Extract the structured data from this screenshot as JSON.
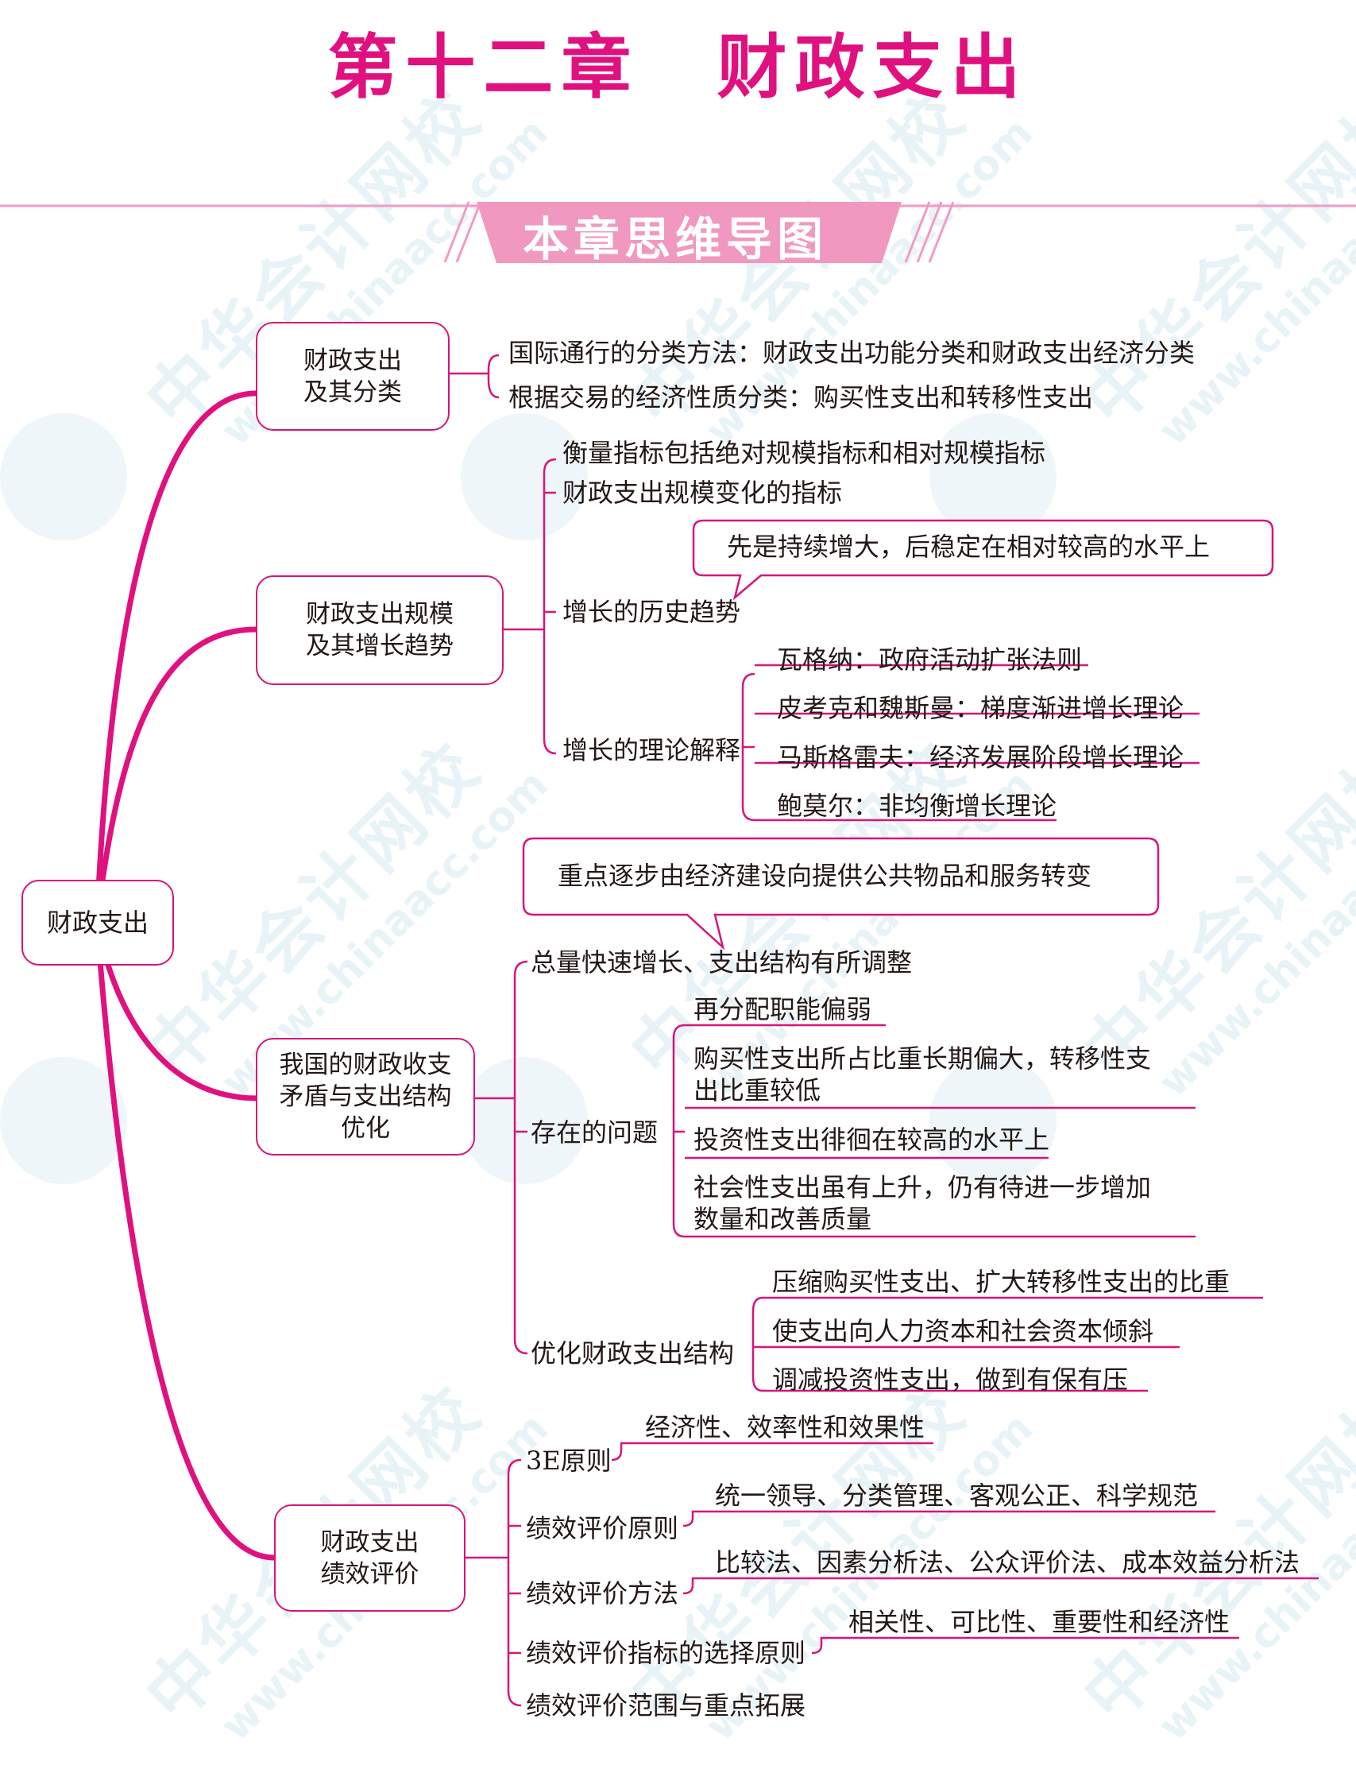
{
  "title": "第十二章　财政支出",
  "banner": "本章思维导图",
  "watermark": {
    "cn": "中华会计网校",
    "en": "www.chinaacc.com"
  },
  "root": "财政支出",
  "branches": [
    {
      "label": "财政支出\n及其分类",
      "items": [
        "国际通行的分类方法：财政支出功能分类和财政支出经济分类",
        "根据交易的经济性质分类：购买性支出和转移性支出"
      ]
    },
    {
      "label": "财政支出规模\n及其增长趋势",
      "items": [
        "衡量指标包括绝对规模指标和相对规模指标",
        "财政支出规模变化的指标",
        "增长的历史趋势",
        "增长的理论解释"
      ],
      "callout": "先是持续增大，后稳定在相对较高的水平上",
      "theories": [
        "瓦格纳：政府活动扩张法则",
        "皮考克和魏斯曼：梯度渐进增长理论",
        "马斯格雷夫：经济发展阶段增长理论",
        "鲍莫尔：非均衡增长理论"
      ]
    },
    {
      "label": "我国的财政收支\n矛盾与支出结构\n优化",
      "callout": "重点逐步由经济建设向提供公共物品和服务转变",
      "items": [
        "总量快速增长、支出结构有所调整",
        "存在的问题",
        "优化财政支出结构"
      ],
      "problems": [
        "再分配职能偏弱",
        "购买性支出所占比重长期偏大，转移性支\n出比重较低",
        "投资性支出徘徊在较高的水平上",
        "社会性支出虽有上升，仍有待进一步增加\n数量和改善质量"
      ],
      "optimize": [
        "压缩购买性支出、扩大转移性支出的比重",
        "使支出向人力资本和社会资本倾斜",
        "调减投资性支出，做到有保有压"
      ]
    },
    {
      "label": "财政支出\n绩效评价",
      "items": [
        "3E原则",
        "绩效评价原则",
        "绩效评价方法",
        "绩效评价指标的选择原则",
        "绩效评价范围与重点拓展"
      ],
      "details": [
        "经济性、效率性和效果性",
        "统一领导、分类管理、客观公正、科学规范",
        "比较法、因素分析法、公众评价法、成本效益分析法",
        "相关性、可比性、重要性和经济性"
      ]
    }
  ],
  "colors": {
    "accent": "#e0117f",
    "line": "#d6157c",
    "text": "#231816"
  }
}
